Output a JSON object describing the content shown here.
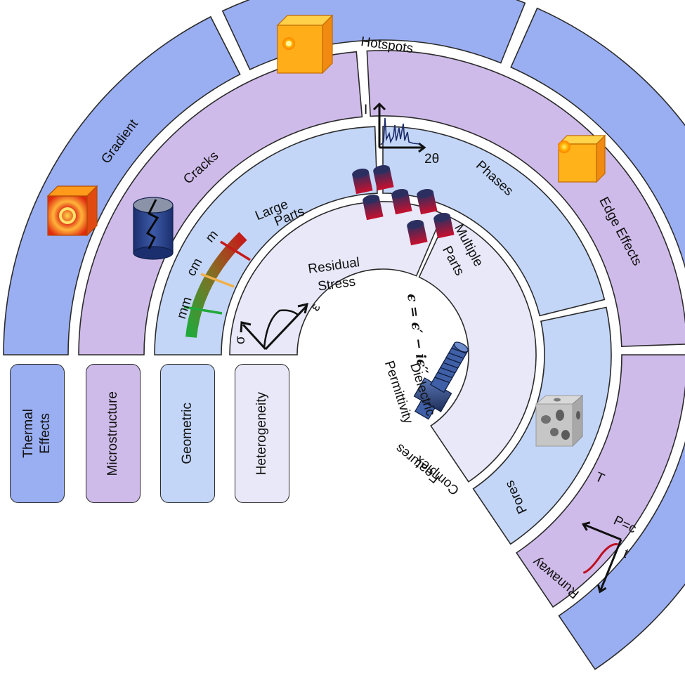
{
  "categories": [
    {
      "id": "thermal",
      "legend": "Thermal\nEffects",
      "color": "#9aaef2"
    },
    {
      "id": "microstructure",
      "legend": "Microstructure",
      "color": "#cfbbe9"
    },
    {
      "id": "geometric",
      "legend": "Geometric",
      "color": "#c3d6f7"
    },
    {
      "id": "heterogeneity",
      "legend": "Heterogeneity",
      "color": "#e8e8f8"
    }
  ],
  "segments": {
    "gradient": "Gradient",
    "hotspots": "Hotspots",
    "edge_effects": "Edge Effects",
    "runaway": "Runaway",
    "cracks": "Cracks",
    "phases": "Phases",
    "pores": "Pores",
    "large_parts_1": "Large",
    "large_parts_2": "Parts",
    "multiple_parts_1": "Multiple",
    "multiple_parts_2": "Parts",
    "complex_features_1": "Complex",
    "complex_features_2": "Features",
    "residual_stress_1": "Residual",
    "residual_stress_2": "Stress",
    "dielectric_1": "Dielectric",
    "dielectric_2": "Permittivity"
  },
  "icon_text": {
    "xrd_y": "I",
    "xrd_x": "2θ",
    "scale_mm": "mm",
    "scale_cm": "cm",
    "scale_m": "m",
    "stress_sigma": "σ",
    "stress_eps": "ε",
    "equation": "ϵ = ϵ′ − iϵ′′",
    "runaway_T": "T",
    "runaway_t": "t",
    "runaway_pc": "P=c"
  }
}
